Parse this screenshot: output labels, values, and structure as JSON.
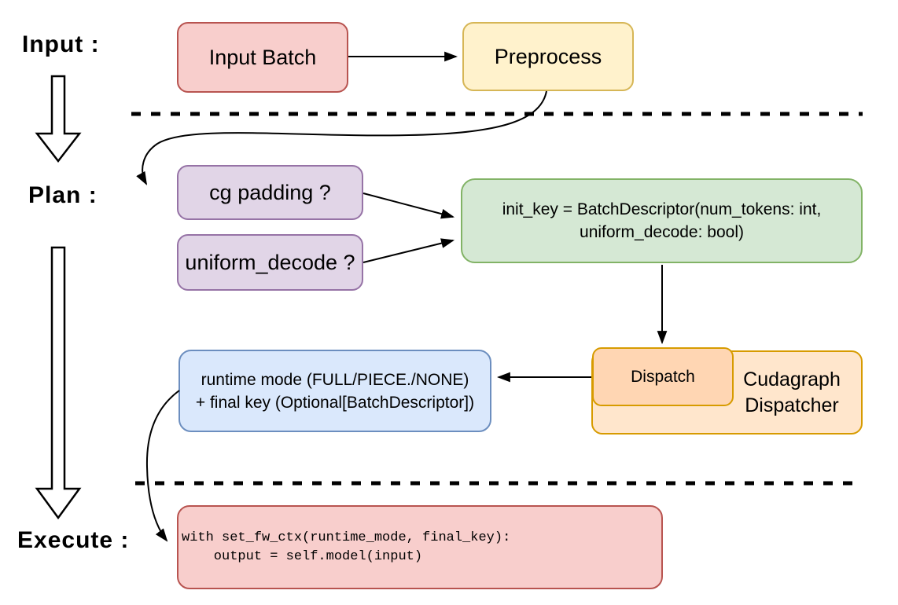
{
  "stages": {
    "input_label": "Input :",
    "plan_label": "Plan :",
    "execute_label": "Execute :"
  },
  "nodes": {
    "input_batch": {
      "label": "Input Batch",
      "fill": "#f8cecc",
      "stroke": "#b85450"
    },
    "preprocess": {
      "label": "Preprocess",
      "fill": "#fff2cc",
      "stroke": "#d6b656"
    },
    "cg_padding": {
      "label": "cg padding ?",
      "fill": "#e1d5e7",
      "stroke": "#9673a6"
    },
    "uniform_decode": {
      "label": "uniform_decode ?",
      "fill": "#e1d5e7",
      "stroke": "#9673a6"
    },
    "init_key": {
      "line1": "init_key = BatchDescriptor(num_tokens: int,",
      "line2": "uniform_decode: bool)",
      "fill": "#d5e8d4",
      "stroke": "#82b366"
    },
    "dispatch": {
      "label": "Dispatch",
      "fill": "#ffd6b3",
      "stroke": "#d79b00"
    },
    "cudagraph_dispatcher": {
      "line1": "Cudagraph",
      "line2": "Dispatcher",
      "fill": "#ffe6cc",
      "stroke": "#d79b00"
    },
    "runtime_mode": {
      "line1": "runtime mode (FULL/PIECE./NONE)",
      "line2": "+ final key (Optional[BatchDescriptor])",
      "fill": "#dae8fc",
      "stroke": "#6c8ebf"
    },
    "execute_code": {
      "line1": "with set_fw_ctx(runtime_mode, final_key):",
      "line2": "    output = self.model(input)",
      "fill": "#f8cecc",
      "stroke": "#b85450"
    }
  },
  "edges": {
    "color": "#000000",
    "divider_style": "dashed"
  }
}
